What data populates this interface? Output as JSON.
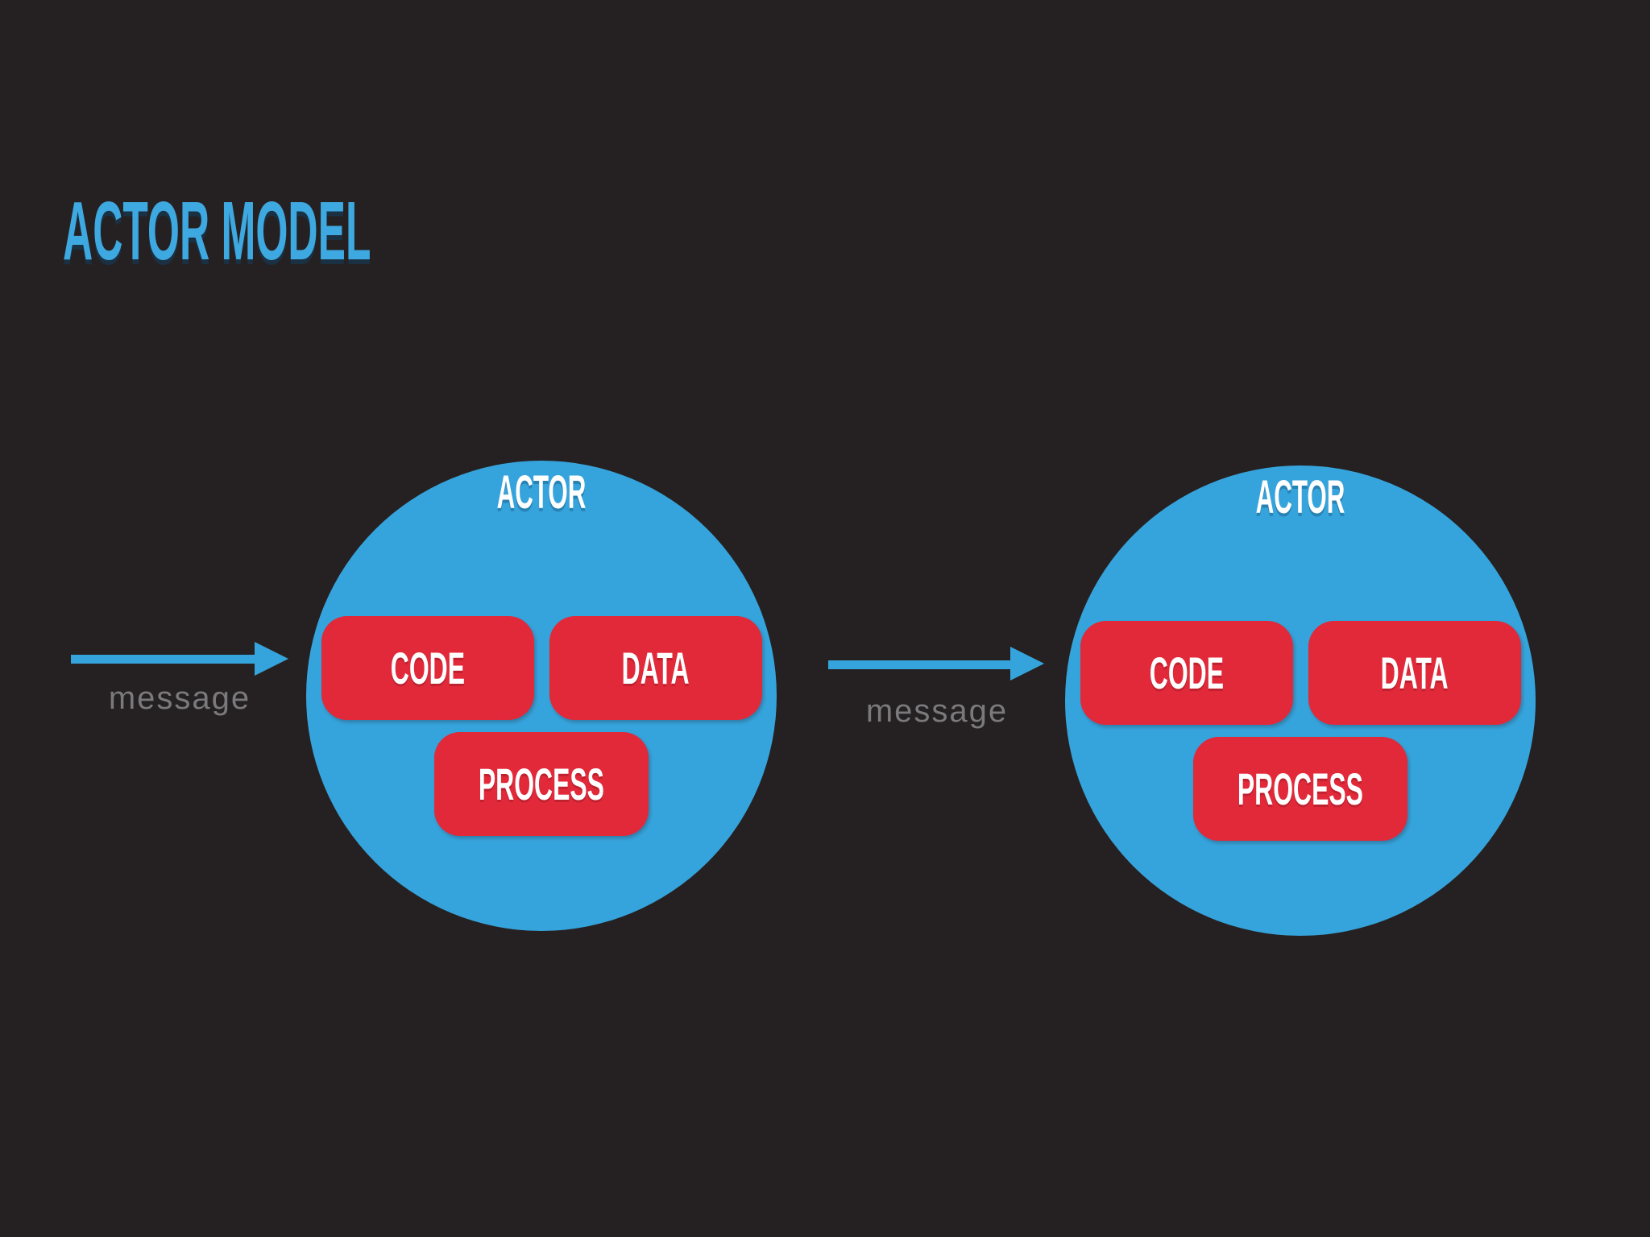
{
  "slide": {
    "title": "ACTOR MODEL"
  },
  "colors": {
    "background": "#252122",
    "accent_blue": "#36A4DC",
    "title_blue": "#3EA8E0",
    "box_red": "#E1293A",
    "message_gray": "#7A797B",
    "label_white": "#FFFFFF"
  },
  "actors": [
    {
      "name": "ACTOR",
      "incoming_message": "message",
      "boxes": {
        "code": "CODE",
        "data": "DATA",
        "process": "PROCESS"
      }
    },
    {
      "name": "ACTOR",
      "incoming_message": "message",
      "boxes": {
        "code": "CODE",
        "data": "DATA",
        "process": "PROCESS"
      }
    }
  ]
}
